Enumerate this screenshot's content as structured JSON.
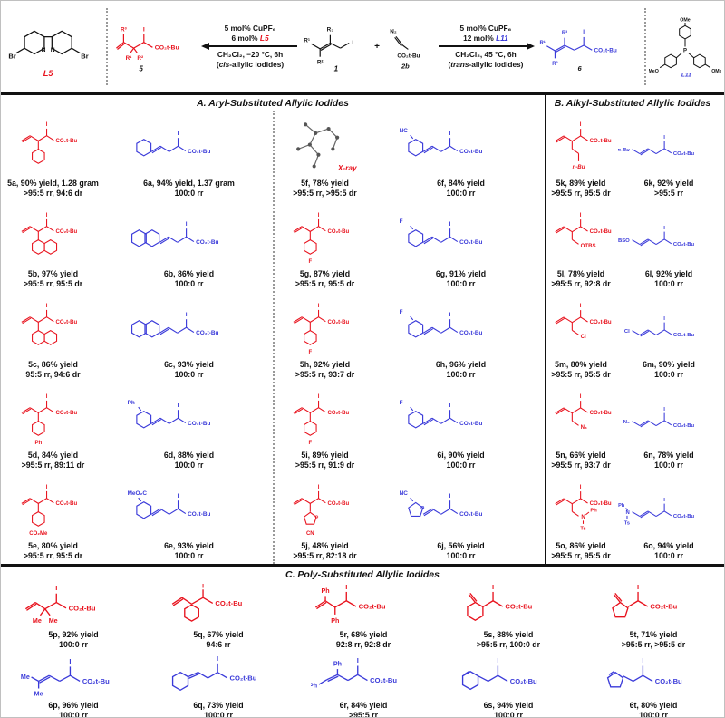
{
  "colors": {
    "red": "#e8121d",
    "blue": "#3a3ad9",
    "black": "#111111",
    "gray": "#666666"
  },
  "struct_labels": {
    "iodine": "I",
    "ester": "CO₂t-Bu",
    "oxygen": "O"
  },
  "scheme": {
    "l5": {
      "label": "L5",
      "br": "Br",
      "n": "N"
    },
    "product5": {
      "r3": "R³",
      "r1": "R¹",
      "r2": "R²",
      "num": "5"
    },
    "arrow_left": {
      "line1": "5 mol% CuPF₆",
      "line2_pre": "6 mol% ",
      "line2_ligand": "L5",
      "line3": "CH₂Cl₂, −20 °C, 6h",
      "note_pre": "(",
      "note_em": "cis",
      "note_post": "-allylic iodides)"
    },
    "substrate1": {
      "r1": "R¹",
      "r2": "R²",
      "r3": "R₃",
      "num": "1"
    },
    "plus": "+",
    "diazo2b": {
      "n2": "N₂",
      "num": "2b"
    },
    "arrow_right": {
      "line1": "5 mol% CuPF₆",
      "line2_pre": "12 mol% ",
      "line2_ligand": "L11",
      "line3": "CH₂Cl₂, 45 °C, 6h",
      "note_pre": "(",
      "note_em": "trans",
      "note_post": "-allylic iodides)"
    },
    "product6": {
      "r3": "R³",
      "r1": "R¹",
      "r2": "R²",
      "num": "6"
    },
    "l11": {
      "label": "L11",
      "p": "P",
      "ome_top": "OMe",
      "meo_left": "MeO",
      "ome_right": "OMe"
    }
  },
  "sections": {
    "a": {
      "title": "A. Aryl-Substituted Allylic Iodides",
      "rows": [
        [
          {
            "id": "5a",
            "color": "red",
            "motif": "red5aryl",
            "ring": "ph",
            "cap1": "5a, 90% yield, 1.28 gram",
            "cap2": ">95:5 rr, 94:6 dr"
          },
          {
            "id": "6a",
            "color": "blue",
            "motif": "blue6aryl",
            "ring": "ph",
            "cap1": "6a, 94% yield, 1.37 gram",
            "cap2": "100:0 rr"
          },
          {
            "id": "5f",
            "color": "gray",
            "motif": "xray",
            "xlabel": "X-ray",
            "cap1": "5f, 78% yield",
            "cap2": ">95:5 rr, >95:5 dr"
          },
          {
            "id": "6f",
            "color": "blue",
            "motif": "blue6aryl",
            "ring": "ph",
            "sub": "NC",
            "cap1": "6f, 84% yield",
            "cap2": "100:0 rr"
          }
        ],
        [
          {
            "id": "5b",
            "color": "red",
            "motif": "red5aryl",
            "ring": "naph",
            "cap1": "5b, 97% yield",
            "cap2": ">95:5 rr, 95:5 dr"
          },
          {
            "id": "6b",
            "color": "blue",
            "motif": "blue6aryl",
            "ring": "naph",
            "cap1": "6b, 86% yield",
            "cap2": "100:0 rr"
          },
          {
            "id": "5g",
            "color": "red",
            "motif": "red5aryl",
            "ring": "ph",
            "sub": "F",
            "cap1": "5g, 87% yield",
            "cap2": ">95:5 rr, 95:5 dr"
          },
          {
            "id": "6g",
            "color": "blue",
            "motif": "blue6aryl",
            "ring": "ph",
            "sub": "F",
            "cap1": "6g, 91% yield",
            "cap2": "100:0 rr"
          }
        ],
        [
          {
            "id": "5c",
            "color": "red",
            "motif": "red5aryl",
            "ring": "naph",
            "cap1": "5c, 86% yield",
            "cap2": "95:5 rr, 94:6 dr"
          },
          {
            "id": "6c",
            "color": "blue",
            "motif": "blue6aryl",
            "ring": "naph",
            "cap1": "6c, 93% yield",
            "cap2": "100:0 rr"
          },
          {
            "id": "5h",
            "color": "red",
            "motif": "red5aryl",
            "ring": "ph",
            "sub": "F",
            "cap1": "5h, 92% yield",
            "cap2": ">95:5 rr, 93:7 dr"
          },
          {
            "id": "6h",
            "color": "blue",
            "motif": "blue6aryl",
            "ring": "ph",
            "sub": "F",
            "cap1": "6h, 96% yield",
            "cap2": "100:0 rr"
          }
        ],
        [
          {
            "id": "5d",
            "color": "red",
            "motif": "red5aryl",
            "ring": "ph",
            "sub": "Ph",
            "cap1": "5d, 84% yield",
            "cap2": ">95:5 rr, 89:11 dr"
          },
          {
            "id": "6d",
            "color": "blue",
            "motif": "blue6aryl",
            "ring": "ph",
            "sub": "Ph",
            "cap1": "6d, 88% yield",
            "cap2": "100:0 rr"
          },
          {
            "id": "5i",
            "color": "red",
            "motif": "red5aryl",
            "ring": "ph",
            "sub": "F",
            "cap1": "5i, 89% yield",
            "cap2": ">95:5 rr, 91:9 dr"
          },
          {
            "id": "6i",
            "color": "blue",
            "motif": "blue6aryl",
            "ring": "ph",
            "sub": "F",
            "cap1": "6i, 90% yield",
            "cap2": "100:0 rr"
          }
        ],
        [
          {
            "id": "5e",
            "color": "red",
            "motif": "red5aryl",
            "ring": "ph",
            "sub": "CO₂Me",
            "cap1": "5e, 80% yield",
            "cap2": ">95:5 rr, 95:5 dr"
          },
          {
            "id": "6e",
            "color": "blue",
            "motif": "blue6aryl",
            "ring": "ph",
            "sub": "MeO₂C",
            "cap1": "6e, 93% yield",
            "cap2": "100:0 rr"
          },
          {
            "id": "5j",
            "color": "red",
            "motif": "red5aryl",
            "ring": "furan",
            "sub": "CN",
            "cap1": "5j, 48% yield",
            "cap2": ">95:5 rr, 82:18 dr"
          },
          {
            "id": "6j",
            "color": "blue",
            "motif": "blue6aryl",
            "ring": "furan",
            "sub": "NC",
            "cap1": "6j, 56% yield",
            "cap2": "100:0 rr"
          }
        ]
      ]
    },
    "b": {
      "title": "B. Alkyl-Substituted Allylic Iodides",
      "rows": [
        [
          {
            "id": "5k",
            "color": "red",
            "motif": "red5alkyl",
            "sub": "n-Bu",
            "cap1": "5k, 89% yield",
            "cap2": ">95:5 rr, 95:5 dr"
          },
          {
            "id": "6k",
            "color": "blue",
            "motif": "blue6alkyl",
            "sub": "n-Bu",
            "cap1": "6k, 92% yield",
            "cap2": ">95:5 rr"
          }
        ],
        [
          {
            "id": "5l",
            "color": "red",
            "motif": "red5alkyl",
            "sub": "OTBS",
            "cap1": "5l, 78% yield",
            "cap2": ">95:5 rr, 92:8 dr"
          },
          {
            "id": "6l",
            "color": "blue",
            "motif": "blue6alkyl",
            "sub": "TBSO",
            "cap1": "6l, 92% yield",
            "cap2": "100:0 rr"
          }
        ],
        [
          {
            "id": "5m",
            "color": "red",
            "motif": "red5alkyl",
            "sub": "Cl",
            "cap1": "5m, 80% yield",
            "cap2": ">95:5 rr, 95:5 dr"
          },
          {
            "id": "6m",
            "color": "blue",
            "motif": "blue6alkyl",
            "sub": "Cl",
            "cap1": "6m, 90% yield",
            "cap2": "100:0 rr"
          }
        ],
        [
          {
            "id": "5n",
            "color": "red",
            "motif": "red5alkyl",
            "sub": "N₃",
            "cap1": "5n, 66% yield",
            "cap2": ">95:5 rr, 93:7 dr"
          },
          {
            "id": "6n",
            "color": "blue",
            "motif": "blue6alkyl",
            "sub": "N₃",
            "cap1": "6n, 78% yield",
            "cap2": "100:0 rr"
          }
        ],
        [
          {
            "id": "5o",
            "color": "red",
            "motif": "red5alkyl",
            "sub": "N",
            "sub2": "Ph",
            "sub3": "Ts",
            "cap1": "5o, 86% yield",
            "cap2": ">95:5 rr, 95:5 dr"
          },
          {
            "id": "6o",
            "color": "blue",
            "motif": "blue6alkyl",
            "sub": "N",
            "sub2": "Ph",
            "sub3": "Ts",
            "cap1": "6o, 94% yield",
            "cap2": "100:0 rr"
          }
        ]
      ]
    },
    "c": {
      "title": "C. Poly-Substituted Allylic Iodides",
      "rows": [
        [
          {
            "id": "5p",
            "color": "red",
            "motif": "red5gem",
            "sub": "Me",
            "sub2": "Me",
            "cap1": "5p, 92% yield",
            "cap2": "100:0 rr"
          },
          {
            "id": "5q",
            "color": "red",
            "motif": "red5spiro",
            "cap1": "5q, 67% yield",
            "cap2": "94:6 rr"
          },
          {
            "id": "5r",
            "color": "red",
            "motif": "red5diph",
            "sub": "Ph",
            "sub2": "Ph",
            "cap1": "5r, 68% yield",
            "cap2": "92:8 rr, 92:8 dr"
          },
          {
            "id": "5s",
            "color": "red",
            "motif": "redExoRing6",
            "cap1": "5s, 88% yield",
            "cap2": ">95:5 rr, 100:0 dr"
          },
          {
            "id": "5t",
            "color": "red",
            "motif": "redExoRing5",
            "cap1": "5t, 71% yield",
            "cap2": ">95:5 rr, >95:5 dr"
          }
        ],
        [
          {
            "id": "6p",
            "color": "blue",
            "motif": "blue6gem",
            "sub": "Me",
            "sub2": "Me",
            "cap1": "6p, 96% yield",
            "cap2": "100:0 rr"
          },
          {
            "id": "6q",
            "color": "blue",
            "motif": "blueYlidene",
            "cap1": "6q, 73% yield",
            "cap2": "100:0 rr"
          },
          {
            "id": "6r",
            "color": "blue",
            "motif": "blue6diph",
            "sub": "Ph",
            "sub2": "Ph",
            "cap1": "6r, 84% yield",
            "cap2": ">95:5 rr"
          },
          {
            "id": "6s",
            "color": "blue",
            "motif": "blueRing6",
            "cap1": "6s, 94% yield",
            "cap2": "100:0 rr"
          },
          {
            "id": "6t",
            "color": "blue",
            "motif": "blueRing5",
            "cap1": "6t, 80% yield",
            "cap2": "100:0 rr"
          }
        ]
      ]
    }
  }
}
